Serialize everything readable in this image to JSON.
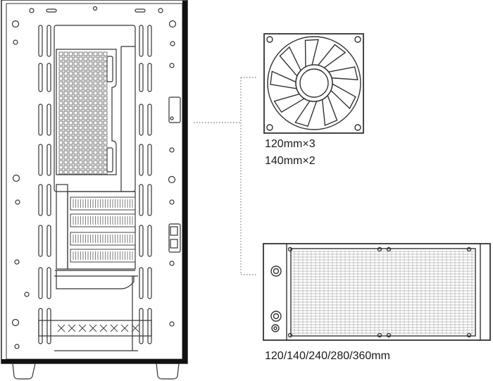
{
  "fan_support": {
    "line_1": "120mm×3",
    "line_2": "140mm×2"
  },
  "radiator_support": {
    "sizes": "120/140/240/280/360mm"
  },
  "colors": {
    "line": "#333333",
    "leader": "#7a7a7a",
    "background": "#ffffff"
  }
}
